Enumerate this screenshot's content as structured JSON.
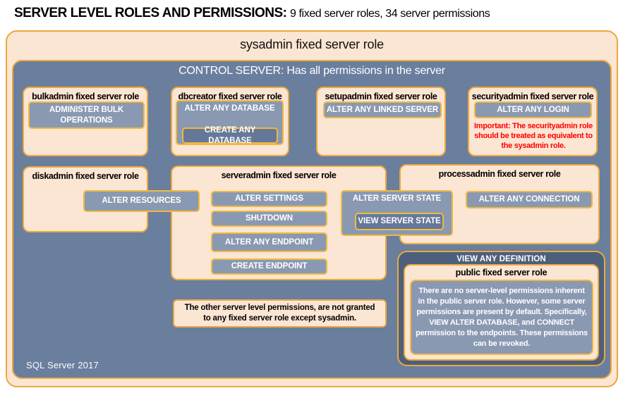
{
  "page_title": {
    "main": "SERVER LEVEL ROLES AND PERMISSIONS:",
    "subtitle": "9 fixed server roles, 34 server permissions"
  },
  "sysadmin_box": {
    "title": "sysadmin fixed server role"
  },
  "control_box": {
    "title": "CONTROL SERVER: Has all permissions in the server"
  },
  "roles": {
    "bulkadmin": {
      "title": "bulkadmin fixed server role",
      "permissions": [
        "ADMINISTER BULK OPERATIONS"
      ]
    },
    "dbcreator": {
      "title": "dbcreator fixed server role",
      "permission_group": {
        "outer": "ALTER ANY DATABASE",
        "inner": "CREATE ANY DATABASE"
      }
    },
    "setupadmin": {
      "title": "setupadmin fixed server role",
      "permissions": [
        "ALTER ANY LINKED SERVER"
      ]
    },
    "securityadmin": {
      "title": "securityadmin fixed server role",
      "permissions": [
        "ALTER ANY LOGIN"
      ],
      "important_note": "Important: The securityadmin role should be treated as equivalent to the sysadmin role."
    },
    "diskadmin": {
      "title": "diskadmin fixed server role",
      "permissions": [
        "ALTER RESOURCES"
      ]
    },
    "serveradmin": {
      "title": "serveradmin fixed server role",
      "permissions": [
        "ALTER SETTINGS",
        "SHUTDOWN",
        "ALTER ANY ENDPOINT",
        "CREATE ENDPOINT"
      ]
    },
    "shared_server_state": {
      "permission_group": {
        "outer": "ALTER SERVER STATE",
        "inner": "VIEW SERVER STATE"
      }
    },
    "processadmin": {
      "title": "processadmin fixed server role",
      "permissions": [
        "ALTER ANY CONNECTION"
      ]
    },
    "public": {
      "container_permission": "VIEW ANY DEFINITION",
      "title": "public fixed server role",
      "description": "There are no server-level permissions inherent in the public server role. However, some server permissions are present by default. Specifically, VIEW ALTER DATABASE, and CONNECT permission to the endpoints. These permissions can be revoked."
    }
  },
  "footnotes": {
    "other_permissions": "The other server level permissions, are not granted to any fixed server role except sysadmin.",
    "version": "SQL Server 2017"
  },
  "colors": {
    "outer_fill": "#FBE5D3",
    "gold_border": "#EBA93E",
    "control_fill": "#6A7E9E",
    "permission_fill": "#8A99B2",
    "permission_dark_fill": "#66789A",
    "definition_fill": "#4D5F7B",
    "important_text": "#FF0000",
    "permission_text": "#FFFFFF"
  }
}
